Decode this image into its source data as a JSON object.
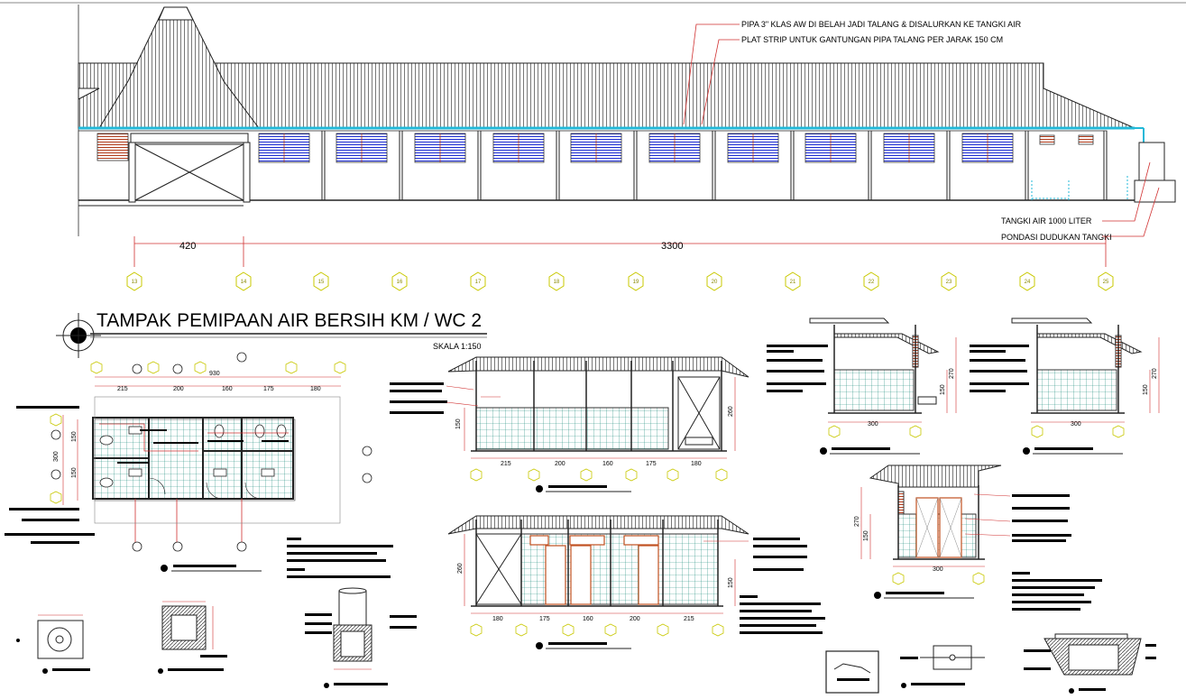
{
  "main_elevation": {
    "annotations": [
      "PIPA 3\" KLAS AW DI BELAH JADI TALANG & DISALURKAN KE TANGKI AIR",
      "PLAT STRIP UNTUK GANTUNGAN PIPA TALANG PER  JARAK 150 CM",
      "TANGKI AIR 1000 LITER",
      "PONDASI DUDUKAN TANGKI"
    ],
    "dimensions": [
      "420",
      "3300"
    ],
    "grid_labels": [
      "13",
      "14",
      "15",
      "16",
      "17",
      "18",
      "19",
      "20",
      "21",
      "22",
      "23",
      "24",
      "25"
    ]
  },
  "plan": {
    "title": "TAMPAK PEMIPAAN AIR BERSIH KM / WC 2",
    "scale": "SKALA 1:150",
    "top_dims": [
      "215",
      "200",
      "160",
      "175",
      "180"
    ],
    "overall_dim": "930",
    "side_dims": [
      "300",
      "150",
      "150"
    ]
  },
  "sections": {
    "s1_dims": [
      "215",
      "200",
      "160",
      "175",
      "180"
    ],
    "s1_height": "260",
    "s1_sill": "150",
    "s2_dims": [
      "180",
      "175",
      "160",
      "200",
      "215"
    ],
    "s2_height": "260",
    "s2_sill": "150",
    "side_a": {
      "width": "300",
      "height": "270",
      "sill": "150"
    },
    "side_b": {
      "width": "300",
      "height": "270",
      "sill": "150"
    },
    "side_c": {
      "width": "300",
      "height": "270",
      "sill": "150"
    }
  }
}
